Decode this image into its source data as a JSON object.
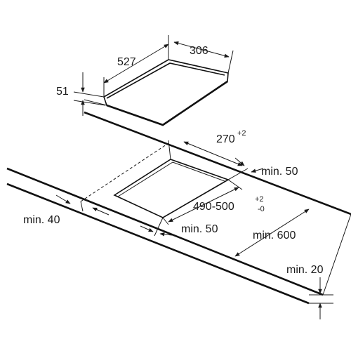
{
  "dimensions": {
    "hob_depth": "527",
    "hob_width": "306",
    "hob_height": "51",
    "cutout_width": "270",
    "cutout_width_tol": "+2",
    "min_rear": "min. 50",
    "cutout_depth": "490-500",
    "cutout_depth_tol_plus": "+2",
    "cutout_depth_tol_minus": "-0",
    "min_side": "min. 40",
    "min_front": "min. 50",
    "min_wall": "min. 600",
    "min_thickness": "min. 20"
  },
  "colors": {
    "line": "#111111",
    "background": "#ffffff"
  }
}
